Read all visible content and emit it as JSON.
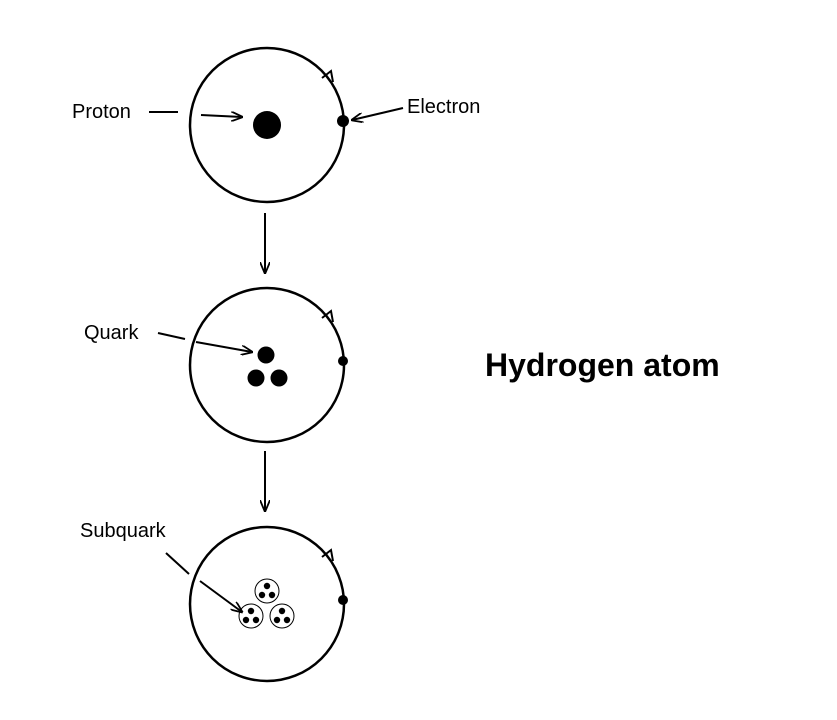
{
  "title": "Hydrogen atom",
  "labels": {
    "proton": "Proton",
    "electron": "Electron",
    "quark": "Quark",
    "subquark": "Subquark"
  },
  "atom_levels": [
    {
      "level": "proton",
      "nucleus_particles": 1
    },
    {
      "level": "quark",
      "nucleus_particles": 3
    },
    {
      "level": "subquark",
      "nucleus_particles": 3,
      "subparticles_each": 3
    }
  ]
}
